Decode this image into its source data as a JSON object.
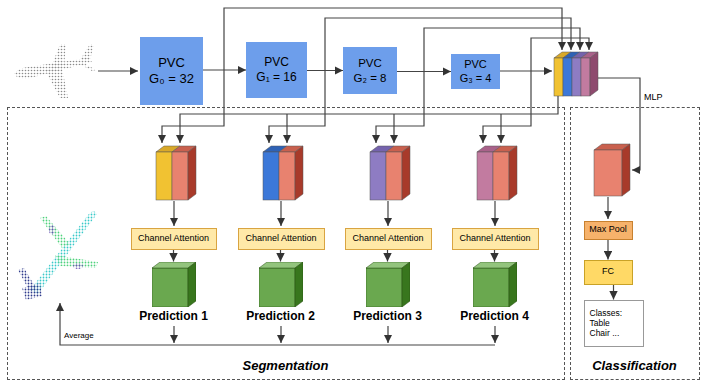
{
  "diagram": {
    "nodes": [
      {
        "text": [
          "PVC",
          "G₀ = 32"
        ]
      },
      {
        "text": [
          "PVC",
          "G₁ = 16"
        ]
      },
      {
        "text": [
          "PVC",
          "G₂ = 8"
        ]
      },
      {
        "text": [
          "PVC",
          "G₃ = 4"
        ]
      },
      {
        "text": [
          "Segmentation"
        ]
      },
      {
        "text": [
          "Channel Attention"
        ],
        "in": 4
      },
      {
        "text": [
          "Channel Attention"
        ],
        "in": 4
      },
      {
        "text": [
          "Channel Attention"
        ],
        "in": 4
      },
      {
        "text": [
          "Channel Attention"
        ],
        "in": 4
      },
      {
        "text": [
          "Prediction 1"
        ],
        "in": 4
      },
      {
        "text": [
          "Prediction 2"
        ],
        "in": 4
      },
      {
        "text": [
          "Prediction 3"
        ],
        "in": 4
      },
      {
        "text": [
          "Prediction 4"
        ],
        "in": 4
      },
      {
        "text": [
          "Classification"
        ]
      },
      {
        "text": [
          "Max Pool"
        ],
        "in": 13
      },
      {
        "text": [
          "FC"
        ],
        "in": 13
      },
      {
        "text": [
          "Classes: Table Chair ..."
        ],
        "in": 13
      }
    ],
    "edges": [
      {
        "from": 0,
        "to": 1,
        "arrow": "to"
      },
      {
        "from": 1,
        "to": 2,
        "arrow": "to"
      },
      {
        "from": 2,
        "to": 3,
        "arrow": "to"
      },
      {
        "from": 5,
        "to": 9,
        "arrow": "to"
      },
      {
        "from": 6,
        "to": 10,
        "arrow": "to"
      },
      {
        "from": 7,
        "to": 11,
        "arrow": "to"
      },
      {
        "from": 8,
        "to": 12,
        "arrow": "to"
      },
      {
        "from": 14,
        "to": 15,
        "arrow": "to"
      },
      {
        "from": 15,
        "to": 16,
        "arrow": "to"
      }
    ],
    "labels": [
      "MLP",
      "Average"
    ]
  }
}
